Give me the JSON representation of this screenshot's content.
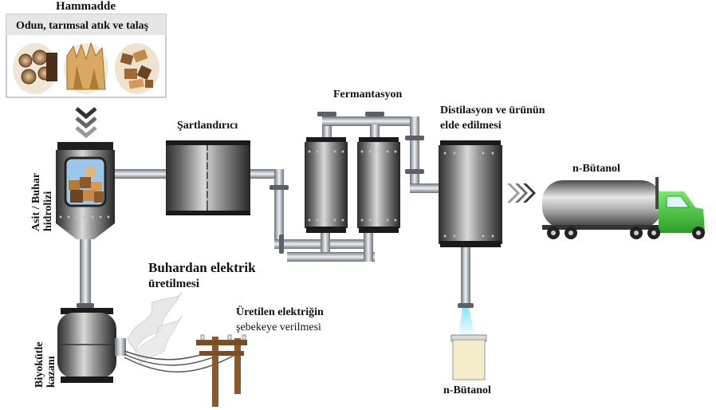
{
  "raw_material": {
    "title": "Hammadde",
    "subtitle": "Odun, tarımsal atık ve talaş"
  },
  "stages": {
    "hydrolysis": "Asit / Buhar hidrolizi",
    "conditioner": "Şartlandırıcı",
    "fermentation": "Fermantasyon",
    "distillation_line1": "Distilasyon ve ürünün",
    "distillation_line2": "elde edilmesi",
    "product_truck": "n-Bütanol",
    "product_container": "n-Bütanol",
    "steam_power_line1": "Buhardan elektrik",
    "steam_power_line2": "üretilmesi",
    "grid_line1": "Üretilen elektriğin",
    "grid_line2": "şebekeye verilmesi",
    "boiler": "Biyokütle kazanı"
  },
  "colors": {
    "vessel_dark": "#3b3b3b",
    "vessel_light": "#c9c9c9",
    "pipe": "#b9bec4",
    "truck_cab": "#3ec437",
    "liquid": "#4fd0f2",
    "pole": "#8a5a2c"
  },
  "icons": [
    "wood-logs-icon",
    "wood-chips-icon",
    "wood-pieces-icon",
    "arrows-down-icon",
    "arrows-right-icon",
    "truck-icon",
    "steam-icon",
    "power-pole-icon",
    "container-icon"
  ]
}
